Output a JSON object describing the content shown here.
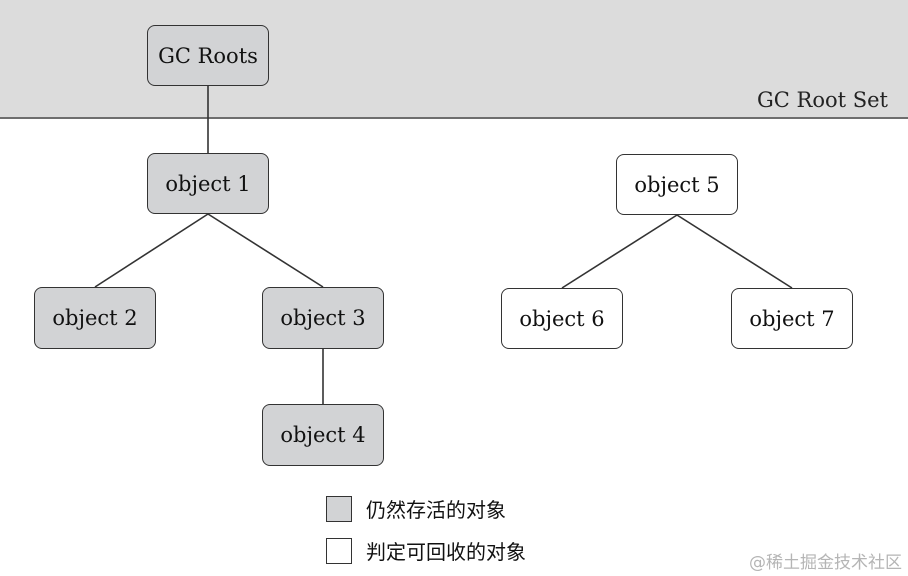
{
  "root_set_label": "GC Root Set",
  "nodes": {
    "gc_roots": {
      "label": "GC Roots",
      "state": "live"
    },
    "object1": {
      "label": "object 1",
      "state": "live"
    },
    "object2": {
      "label": "object 2",
      "state": "live"
    },
    "object3": {
      "label": "object 3",
      "state": "live"
    },
    "object4": {
      "label": "object 4",
      "state": "live"
    },
    "object5": {
      "label": "object 5",
      "state": "collectable"
    },
    "object6": {
      "label": "object 6",
      "state": "collectable"
    },
    "object7": {
      "label": "object 7",
      "state": "collectable"
    }
  },
  "edges": [
    [
      "gc_roots",
      "object1"
    ],
    [
      "object1",
      "object2"
    ],
    [
      "object1",
      "object3"
    ],
    [
      "object3",
      "object4"
    ],
    [
      "object5",
      "object6"
    ],
    [
      "object5",
      "object7"
    ]
  ],
  "legend": {
    "live_label": "仍然存活的对象",
    "collectable_label": "判定可回收的对象"
  },
  "colors": {
    "live_fill": "#d2d3d5",
    "collectable_fill": "#ffffff",
    "band": "#dcdcdc"
  },
  "watermark": "@稀土掘金技术社区"
}
